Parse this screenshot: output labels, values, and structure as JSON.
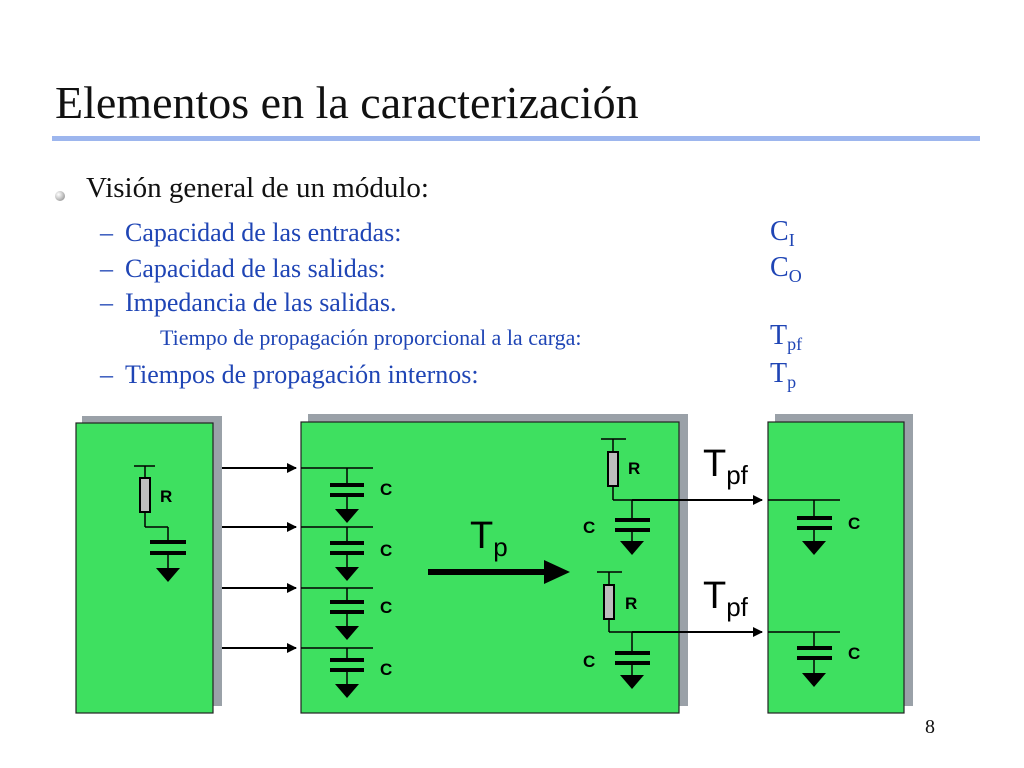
{
  "title": "Elementos en la caracterización",
  "bullet": "Visión general de un módulo:",
  "items": [
    {
      "text": "Capacidad de las entradas:",
      "sym": "C",
      "sub": "I"
    },
    {
      "text": "Capacidad de las salidas:",
      "sym": "C",
      "sub": "O"
    },
    {
      "text": "Impedancia de las salidas."
    },
    {
      "text": "Tiempo de propagación proporcional a la carga:",
      "sym": "T",
      "sub": "pf"
    },
    {
      "text": "Tiempos de propagación internos:",
      "sym": "T",
      "sub": "p"
    }
  ],
  "dash": "–",
  "diagram": {
    "resistor_label": "R",
    "capacitor_label": "C",
    "tp_main": "T",
    "tp_sub": "p",
    "tpf_main": "T",
    "tpf_sub": "pf"
  },
  "colors": {
    "module_fill": "#3ee060",
    "module_shadow": "#9aa1a8",
    "title_rule": "#9db6ee",
    "text_blue": "#1f45b5"
  },
  "page_number": "8"
}
